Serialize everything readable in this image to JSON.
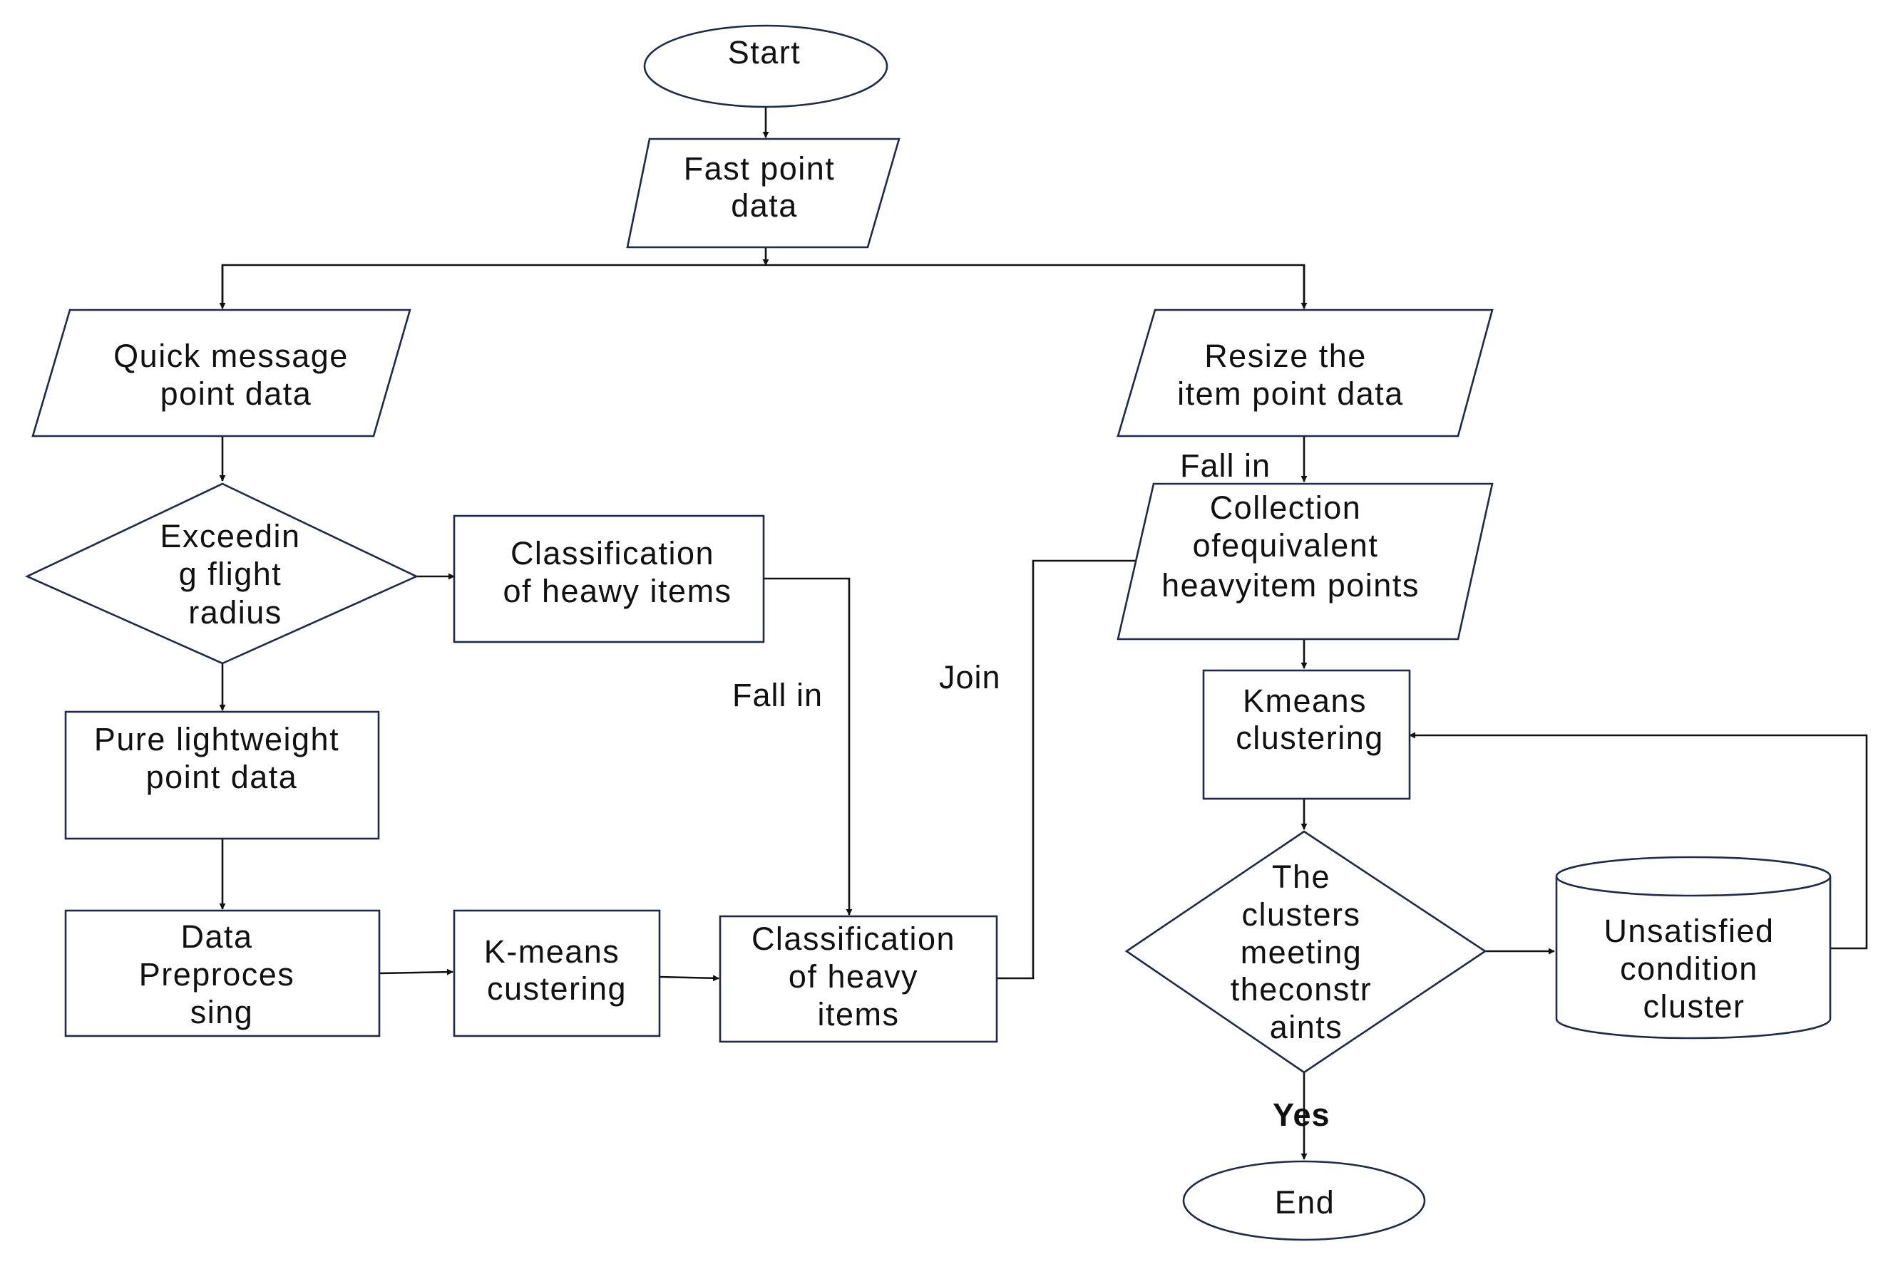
{
  "nodes": {
    "start": [
      "Start"
    ],
    "fast_point": [
      "Fast point",
      "data"
    ],
    "quick_message": [
      "Quick message",
      "point data"
    ],
    "resize_item": [
      "Resize the",
      "item point data"
    ],
    "exceeding": [
      "Exceedin",
      "g flight",
      "radius"
    ],
    "classification_top": [
      "Classification",
      "of heawy items"
    ],
    "collection": [
      "Collection",
      "ofequivalent",
      "heavyitem points"
    ],
    "pure_lightweight": [
      "Pure lightweight",
      "point data"
    ],
    "kmeans_right": [
      "Kmeans",
      "clustering"
    ],
    "data_preprocessing": [
      "Data",
      "Preproces",
      "sing"
    ],
    "kmeans_left": [
      "K-means",
      "custering"
    ],
    "classification_bottom": [
      "Classification",
      "of heavy",
      "items"
    ],
    "clusters_meeting": [
      "The",
      "clusters",
      "meeting",
      "theconstr",
      "aints"
    ],
    "unsatisfied": [
      "Unsatisfied",
      "condition",
      "cluster"
    ],
    "end": [
      "End"
    ]
  },
  "edge_labels": {
    "fall_in_left": "Fall in",
    "join": "Join",
    "fall_in_right": "Fall in",
    "yes": "Yes"
  }
}
